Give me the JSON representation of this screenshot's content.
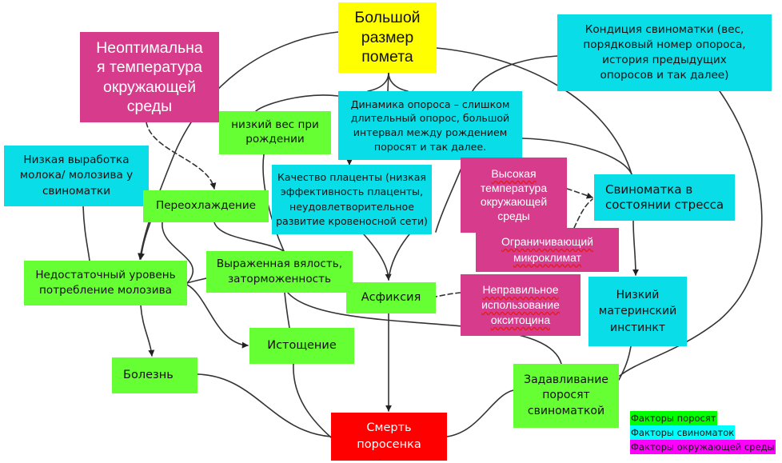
{
  "title": "Факторы, влияющие на смертность поросят",
  "nodes": {
    "temp_bad": {
      "category": "environment",
      "lines": [
        "Неоптимальна",
        "я температура",
        "окружающей",
        "среды"
      ]
    },
    "big_litter": {
      "category": "highlight",
      "lines": [
        "Большой",
        "размер",
        "помета"
      ]
    },
    "sow_condition": {
      "category": "sow",
      "lines": [
        "Кондиция свиноматки (вес,",
        "порядковый номер опороса,",
        "история предыдущих",
        "опоросов и так далее)"
      ]
    },
    "low_weight": {
      "category": "piglet",
      "lines": [
        "низкий вес при",
        "рождении"
      ]
    },
    "farrowing": {
      "category": "sow",
      "lines": [
        "Динамика опороса – слишком",
        "длительный опорос, большой",
        "интервал между рождением",
        "поросят и так далее."
      ]
    },
    "low_milk": {
      "category": "sow",
      "lines": [
        "Низкая выработка",
        "молока/ молозива у",
        "свиноматки"
      ]
    },
    "hypothermia": {
      "category": "piglet",
      "lines": [
        "Переохлаждение"
      ]
    },
    "placenta": {
      "category": "sow",
      "lines": [
        "Качество плаценты (низкая",
        "эффективность плаценты,",
        "неудовлетворительное",
        "развитие кровеносной сети)"
      ]
    },
    "high_temp": {
      "category": "environment",
      "lines": [
        "Высокая",
        "температура",
        "окружающей",
        "среды"
      ]
    },
    "stressed_sow": {
      "category": "sow",
      "lines": [
        "Свиноматка в",
        "состоянии стресса"
      ]
    },
    "restrict": {
      "category": "environment",
      "lines": [
        "Ограничивающий",
        "микроклимат"
      ]
    },
    "colostrum": {
      "category": "piglet",
      "lines": [
        "Недостаточный уровень",
        "потребление молозива"
      ]
    },
    "lethargy": {
      "category": "piglet",
      "lines": [
        "Выраженная вялость,",
        "заторможенность"
      ]
    },
    "asphyxia": {
      "category": "piglet",
      "lines": [
        "Асфиксия"
      ]
    },
    "oxytocin": {
      "category": "environment",
      "lines": [
        "Неправильное",
        "использование",
        "окситоцина"
      ]
    },
    "maternal": {
      "category": "sow",
      "lines": [
        "Низкий",
        "материнский",
        "инстинкт"
      ]
    },
    "exhaustion": {
      "category": "piglet",
      "lines": [
        "Истощение"
      ]
    },
    "disease": {
      "category": "piglet",
      "lines": [
        "Болезнь"
      ]
    },
    "crushing": {
      "category": "piglet",
      "lines": [
        "Задавливание",
        "поросят",
        "свиноматкой"
      ]
    },
    "death": {
      "category": "outcome",
      "lines": [
        "Смерть",
        "поросенка"
      ]
    }
  },
  "legend": [
    {
      "label": "Факторы поросят",
      "color": "#00ff00"
    },
    {
      "label": "Факторы свиноматок",
      "color": "#00ffff"
    },
    {
      "label": "Факторы окружающей среды",
      "color": "#ff00ff"
    }
  ],
  "colors": {
    "piglet": "#66ff33",
    "sow": "#09dde8",
    "environment": "#d63b8c",
    "highlight": "#ffff00",
    "outcome": "#ff0000",
    "edge": "#333333"
  },
  "edges": [
    {
      "from": "temp_bad",
      "to": "hypothermia",
      "style": "dashed",
      "arrow": true
    },
    {
      "from": "big_litter",
      "to": "low_weight",
      "style": "solid",
      "arrow": false
    },
    {
      "from": "big_litter",
      "to": "farrowing",
      "style": "solid",
      "arrow": false
    },
    {
      "from": "big_litter",
      "to": "stressed_sow",
      "style": "solid",
      "arrow": false
    },
    {
      "from": "big_litter",
      "to": "colostrum",
      "style": "solid",
      "arrow": true
    },
    {
      "from": "sow_condition",
      "to": "placenta",
      "style": "solid",
      "arrow": false
    },
    {
      "from": "sow_condition",
      "to": "crushing",
      "style": "solid",
      "arrow": false
    },
    {
      "from": "farrowing",
      "to": "placenta",
      "style": "solid",
      "arrow": true
    },
    {
      "from": "farrowing",
      "to": "stressed_sow",
      "style": "solid",
      "arrow": false
    },
    {
      "from": "low_weight",
      "to": "lethargy",
      "style": "solid",
      "arrow": false
    },
    {
      "from": "low_milk",
      "to": "colostrum",
      "style": "solid",
      "arrow": false
    },
    {
      "from": "hypothermia",
      "to": "colostrum",
      "style": "solid",
      "arrow": true
    },
    {
      "from": "hypothermia",
      "to": "lethargy",
      "style": "solid",
      "arrow": false
    },
    {
      "from": "placenta",
      "to": "asphyxia",
      "style": "solid",
      "arrow": true
    },
    {
      "from": "high_temp",
      "to": "stressed_sow",
      "style": "dashed",
      "arrow": true
    },
    {
      "from": "restrict",
      "to": "stressed_sow",
      "style": "dashed",
      "arrow": false
    },
    {
      "from": "oxytocin",
      "to": "asphyxia",
      "style": "dashed",
      "arrow": false
    },
    {
      "from": "stressed_sow",
      "to": "maternal",
      "style": "solid",
      "arrow": true
    },
    {
      "from": "maternal",
      "to": "crushing",
      "style": "solid",
      "arrow": false
    },
    {
      "from": "lethargy",
      "to": "colostrum",
      "style": "solid",
      "arrow": false
    },
    {
      "from": "lethargy",
      "to": "exhaustion",
      "style": "solid",
      "arrow": false
    },
    {
      "from": "lethargy",
      "to": "crushing",
      "style": "solid",
      "arrow": false
    },
    {
      "from": "colostrum",
      "to": "exhaustion",
      "style": "solid",
      "arrow": true
    },
    {
      "from": "colostrum",
      "to": "disease",
      "style": "solid",
      "arrow": true
    },
    {
      "from": "asphyxia",
      "to": "death",
      "style": "solid",
      "arrow": true
    },
    {
      "from": "exhaustion",
      "to": "death",
      "style": "solid",
      "arrow": false
    },
    {
      "from": "disease",
      "to": "death",
      "style": "solid",
      "arrow": false
    },
    {
      "from": "crushing",
      "to": "death",
      "style": "solid",
      "arrow": false
    }
  ]
}
